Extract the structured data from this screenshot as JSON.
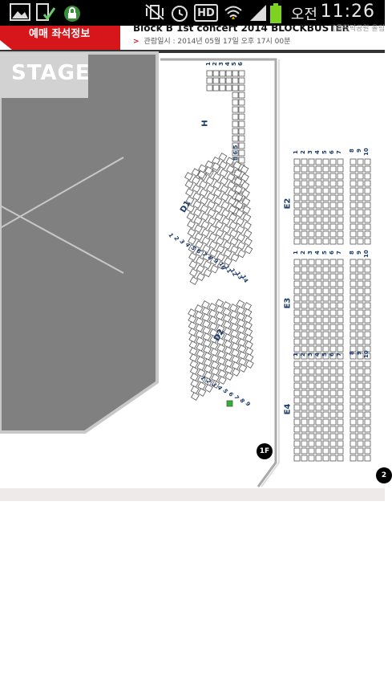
{
  "status_bar": {
    "ampm": "오전",
    "time": "11:26",
    "network_label": "HD",
    "icons": [
      "picture-icon",
      "download-check-icon",
      "lock-icon",
      "vibrate-mute-icon",
      "alarm-icon",
      "hd-icon",
      "wifi-icon",
      "signal-icon",
      "battery-icon"
    ]
  },
  "header": {
    "section_tab": "예매 좌석정보",
    "concert_title": "Block B 1st concert  2014 BLOCKBUSTER",
    "venue_partial": "[올림픽공원 올림",
    "date_label": "관람일시 : 2014년 05월 17일 오후 17시 00분"
  },
  "map": {
    "stage_label": "STAGE",
    "sections": {
      "H": "H",
      "D1": "D1",
      "D2": "D2",
      "E2": "E2",
      "E3": "E3",
      "E4": "E4"
    },
    "floor_badges": [
      "1F",
      "2"
    ],
    "colors": {
      "selected_seat": "#2db52d",
      "seat_border": "#555555",
      "label": "#1a3a6b",
      "stage": "#808080"
    },
    "selected_seat": {
      "section": "D2",
      "row": 1,
      "seat": 6
    }
  }
}
